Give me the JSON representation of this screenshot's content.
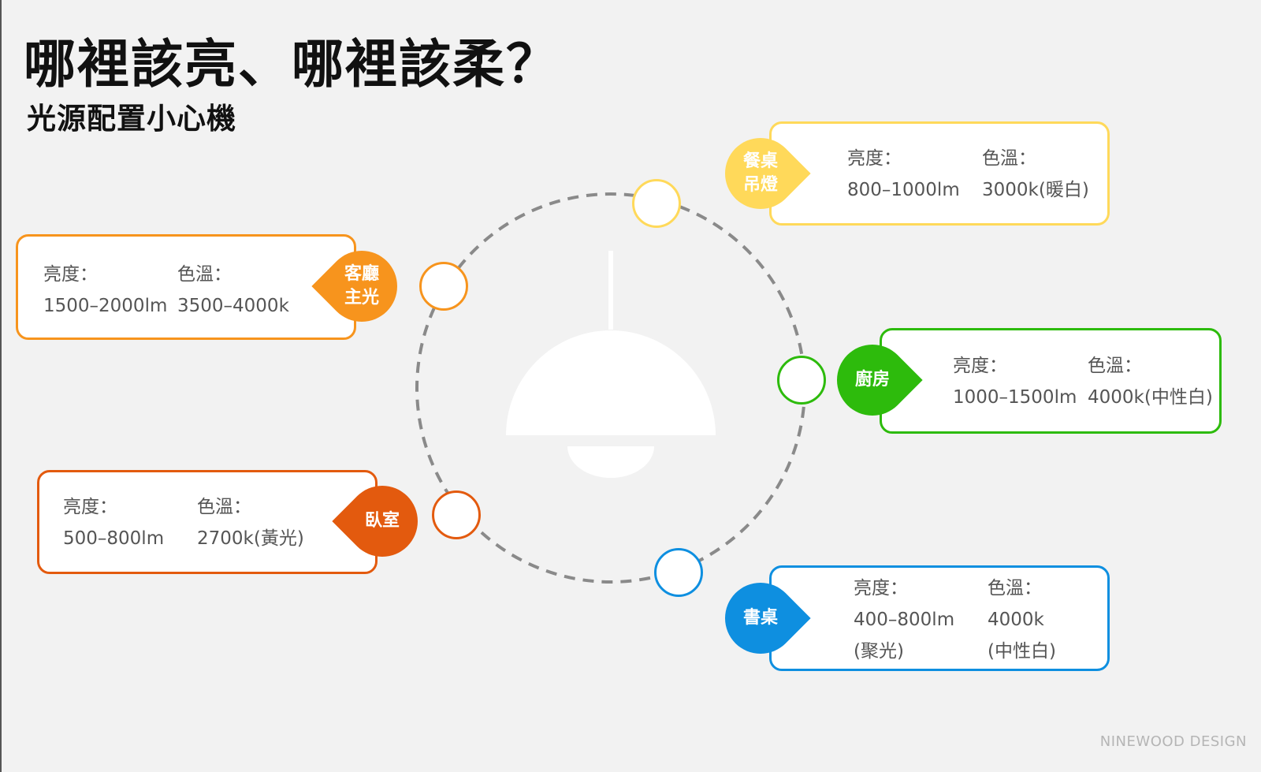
{
  "header": {
    "title": "哪裡該亮、哪裡該柔？",
    "subtitle": "光源配置小心機"
  },
  "labels": {
    "brightness": "亮度：",
    "color_temp": "色溫："
  },
  "colors": {
    "background": "#f2f2f2",
    "ring": "#8a8a8a",
    "lamp": "#ffffff",
    "living": "#f7941d",
    "dining": "#ffd95a",
    "kitchen": "#2dbb0c",
    "bedroom": "#e35a0e",
    "desk": "#0e8fe0"
  },
  "zones": {
    "living": {
      "name": "客廳\n主光",
      "brightness": "1500–2000lm",
      "color_temp": "3500–4000k"
    },
    "dining": {
      "name": "餐桌\n吊燈",
      "brightness": "800–1000lm",
      "color_temp": "3000k(暖白)"
    },
    "kitchen": {
      "name": "廚房",
      "brightness": "1000–1500lm",
      "color_temp": "4000k(中性白)"
    },
    "bedroom": {
      "name": "臥室",
      "brightness": "500–800lm",
      "color_temp": "2700k(黃光)"
    },
    "desk": {
      "name": "書桌",
      "brightness": "400–800lm\n(聚光)",
      "color_temp": "4000k\n(中性白)"
    }
  },
  "footer": {
    "brand": "NINEWOOD DESIGN"
  }
}
